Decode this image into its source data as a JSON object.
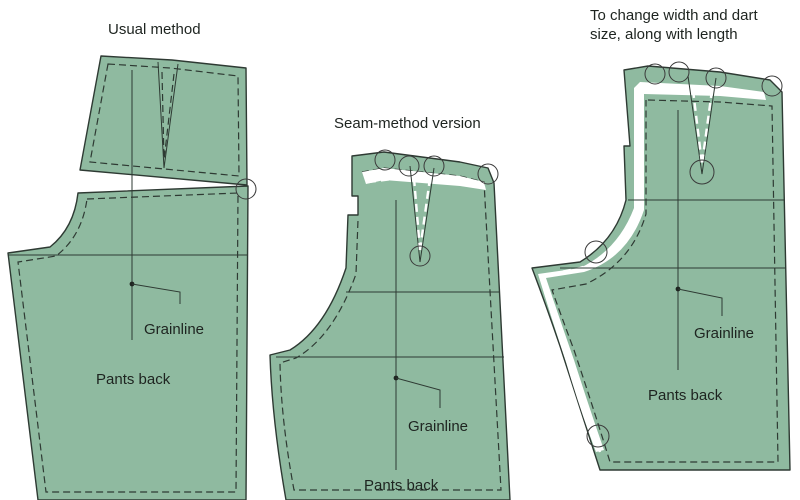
{
  "panels": {
    "usual": {
      "heading": "Usual method",
      "grainline": "Grainline",
      "piece_label": "Pants back"
    },
    "seam": {
      "heading": "Seam-method version",
      "grainline": "Grainline",
      "piece_label": "Pants back"
    },
    "change": {
      "heading_line1": "To change width and dart",
      "heading_line2": "size, along with length",
      "grainline": "Grainline",
      "piece_label": "Pants back"
    }
  },
  "colors": {
    "fabric": "#8fbaa0",
    "outline": "#2e3a33",
    "background": "#ffffff"
  }
}
